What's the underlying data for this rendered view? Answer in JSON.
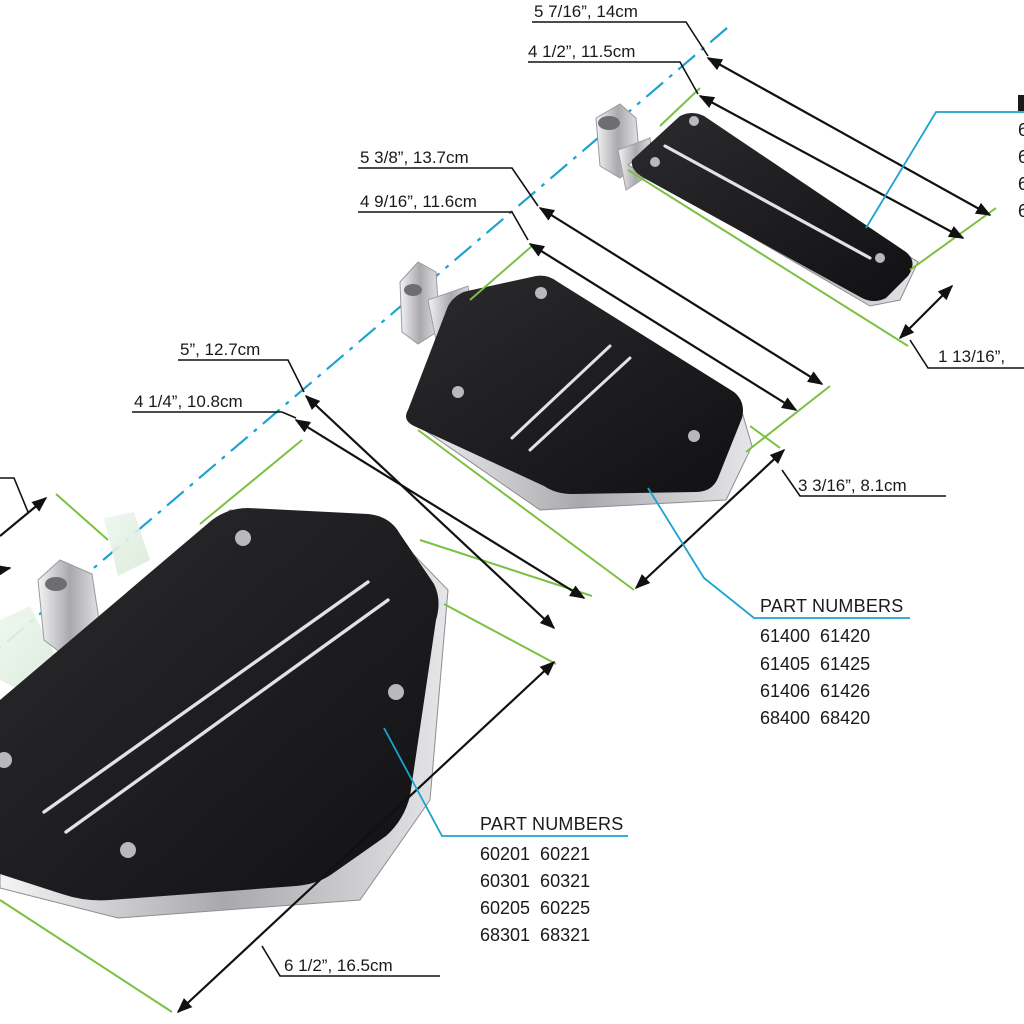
{
  "colors": {
    "dimension_line": "#111111",
    "extension_line": "#7ac143",
    "center_line": "#1ba3cf",
    "leader_line": "#1ba3cf",
    "board_black": "#1c1c1e",
    "chrome": "#c9c9cc"
  },
  "peg": {
    "dims": {
      "overall": "5 7/16”, 14cm",
      "pad": "4 1/2”, 11.5cm",
      "width": "1 13/16”,"
    },
    "part_numbers_partial": [
      "6",
      "6",
      "6",
      "6"
    ]
  },
  "mini_board": {
    "dims": {
      "overall": "5 3/8”, 13.7cm",
      "pad": "4 9/16”, 11.6cm",
      "width": "3 3/16”, 8.1cm"
    },
    "part_numbers": {
      "title": "PART NUMBERS",
      "rows": [
        "61400  61420",
        "61405  61425",
        "61406  61426",
        "68400  68420"
      ]
    }
  },
  "board": {
    "dims": {
      "overall": "5”, 12.7cm",
      "pad": "4 1/4”, 10.8cm",
      "width": "6 1/2”, 16.5cm"
    },
    "part_numbers": {
      "title": "PART NUMBERS",
      "rows": [
        "60201  60221",
        "60301  60321",
        "60205  60225",
        "68301  68321"
      ]
    }
  }
}
